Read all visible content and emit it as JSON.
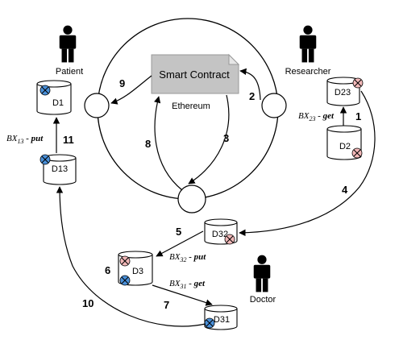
{
  "smart_contract": {
    "label": "Smart Contract"
  },
  "blockchain": {
    "label": "Ethereum"
  },
  "actors": {
    "patient": "Patient",
    "researcher": "Researcher",
    "doctor": "Doctor"
  },
  "databases": {
    "d1": "D1",
    "d13": "D13",
    "d23": "D23",
    "d2": "D2",
    "d32": "D32",
    "d3": "D3",
    "d31": "D31"
  },
  "bx_labels": {
    "bx13": {
      "sym": "BX",
      "sub": "13",
      "op": " - put"
    },
    "bx23": {
      "sym": "BX",
      "sub": "23",
      "op": " - get"
    },
    "bx32": {
      "sym": "BX",
      "sub": "32",
      "op": " - put"
    },
    "bx31": {
      "sym": "BX",
      "sub": "31",
      "op": " - get"
    }
  },
  "steps": {
    "s1": "1",
    "s2": "2",
    "s3": "3",
    "s4": "4",
    "s5": "5",
    "s6": "6",
    "s7": "7",
    "s8": "8",
    "s9": "9",
    "s10": "10",
    "s11": "11"
  },
  "colors": {
    "contract_fill": "#c4c4c4",
    "contract_fold": "#e6e6e6",
    "blue_marker": "#4a90d9",
    "red_marker": "#f2b8b8",
    "stroke": "#000000"
  }
}
